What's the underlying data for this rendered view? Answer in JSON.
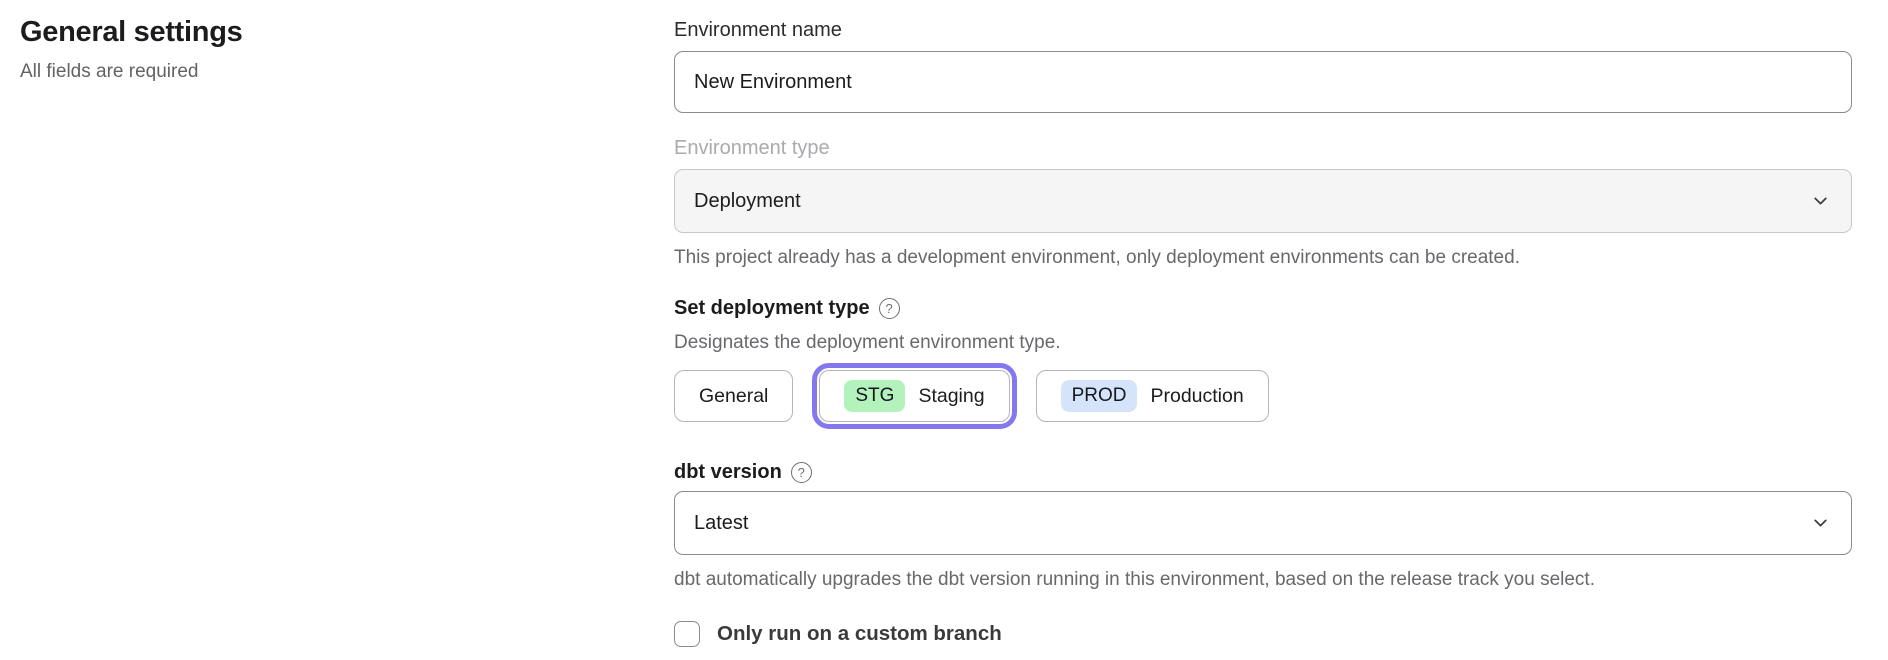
{
  "page": {
    "heading": "General settings",
    "subheading": "All fields are required"
  },
  "form": {
    "environment_name": {
      "label": "Environment name",
      "value": "New Environment"
    },
    "environment_type": {
      "label": "Environment type",
      "value": "Deployment",
      "disabled": true,
      "help": "This project already has a development environment, only deployment environments can be created."
    },
    "deployment_type": {
      "label": "Set deployment type",
      "description": "Designates the deployment environment type.",
      "options": [
        {
          "label": "General",
          "badge": "",
          "selected": false
        },
        {
          "label": "Staging",
          "badge": "STG",
          "badge_color": "#b3f1bd",
          "selected": true
        },
        {
          "label": "Production",
          "badge": "PROD",
          "badge_color": "#d6e4fb",
          "selected": false
        }
      ]
    },
    "dbt_version": {
      "label": "dbt version",
      "value": "Latest",
      "help": "dbt automatically upgrades the dbt version running in this environment, based on the release track you select."
    },
    "custom_branch": {
      "label": "Only run on a custom branch",
      "checked": false
    }
  },
  "icons": {
    "help": "question-circle",
    "dropdown": "chevron-down"
  },
  "colors": {
    "selected_ring": "#8577ee",
    "stg_badge": "#b3f1bd",
    "prod_badge": "#d6e4fb",
    "disabled_field_bg": "#f5f5f6"
  }
}
